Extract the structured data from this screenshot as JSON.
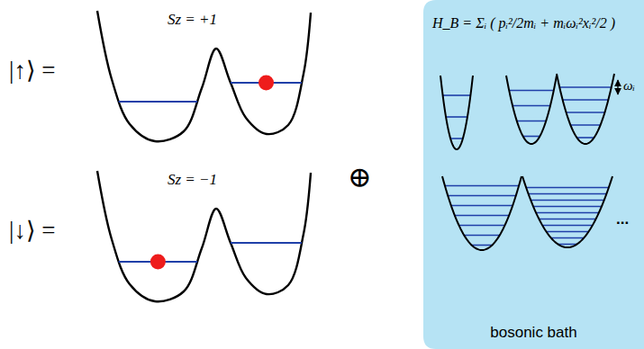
{
  "diagram": {
    "nodes": [
      {
        "text": [
          "H_B = Σᵢ ( pᵢ²/2mᵢ + mᵢωᵢ²xᵢ²/2 )",
          "bosonic bath"
        ]
      }
    ],
    "labels": [
      "|↑⟩ =",
      "Sz = +1",
      "|↓⟩ =",
      "Sz = −1",
      "⊕",
      "ωᵢ",
      "..."
    ]
  }
}
